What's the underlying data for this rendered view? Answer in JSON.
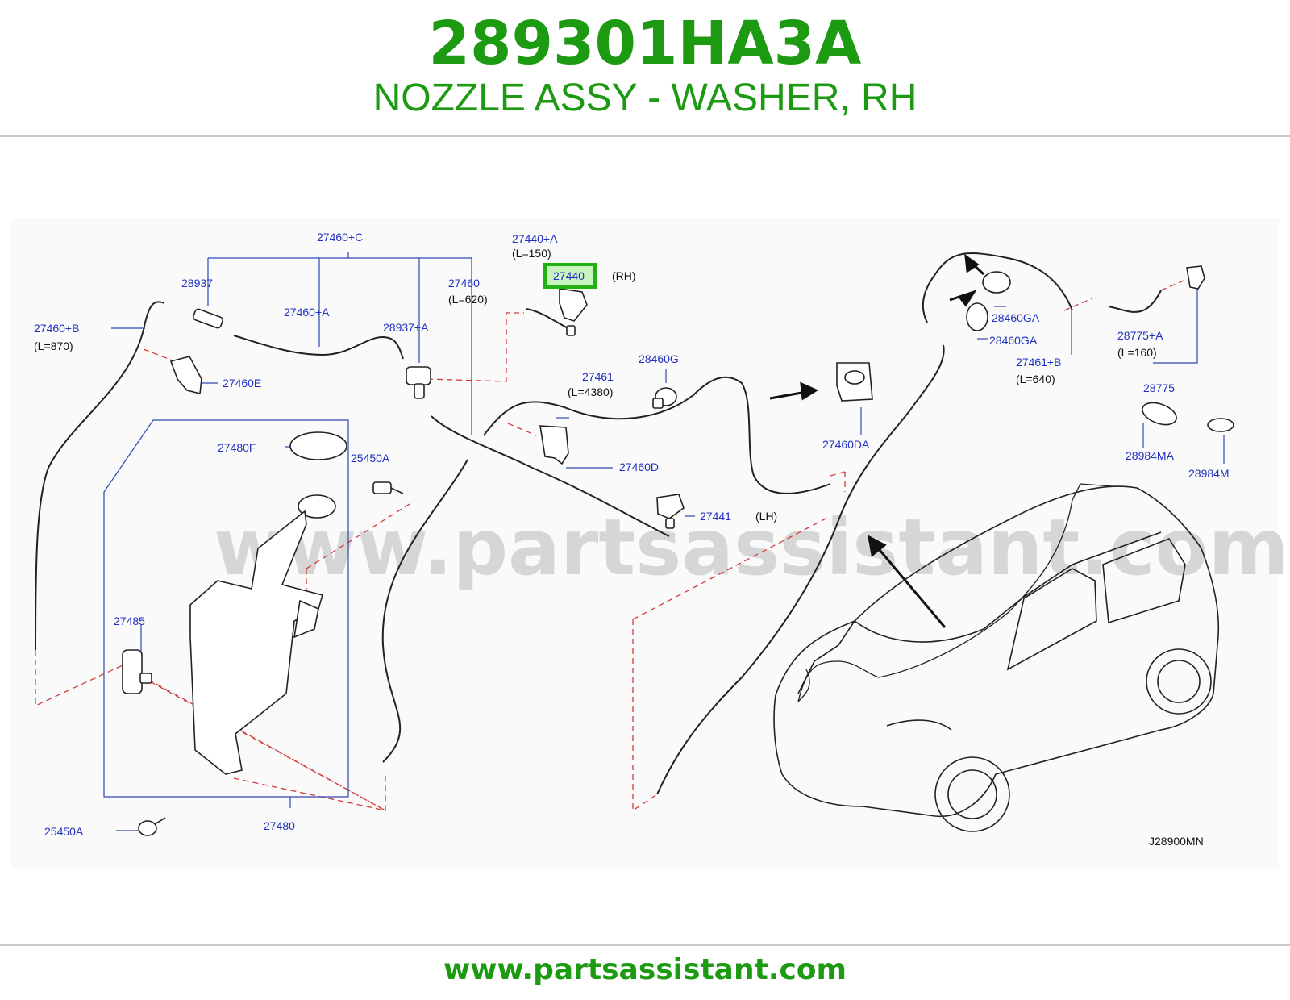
{
  "header": {
    "part_number": "289301HA3A",
    "part_title": "NOZZLE ASSY - WASHER, RH"
  },
  "diagram": {
    "watermark": "www.partsassistant.com",
    "diagram_code": "J28900MN",
    "highlighted_label": "27440",
    "colors": {
      "brand_green": "#1c9a12",
      "label_blue": "#2030c0",
      "highlight_green": "#22b014",
      "dashed_red": "#d23c3c"
    },
    "labels": {
      "l_27460C": "27460+C",
      "l_28937": "28937",
      "l_27460A": "27460+A",
      "l_28937A": "28937+A",
      "l_27460": "27460",
      "l_L620": "(L=620)",
      "l_27440A": "27440+A",
      "l_L150": "(L=150)",
      "l_27440": "27440",
      "l_RH": "(RH)",
      "l_27460B": "27460+B",
      "l_L870": "(L=870)",
      "l_27460E": "27460E",
      "l_27480F": "27480F",
      "l_25450A_1": "25450A",
      "l_27485": "27485",
      "l_25450A_2": "25450A",
      "l_27480": "27480",
      "l_27461": "27461",
      "l_L4380": "(L=4380)",
      "l_28460G": "28460G",
      "l_27460D": "27460D",
      "l_27441": "27441",
      "l_LH": "(LH)",
      "l_27460DA": "27460DA",
      "l_28460GA_1": "28460GA",
      "l_28460GA_2": "28460GA",
      "l_27461B": "27461+B",
      "l_L640": "(L=640)",
      "l_28775A": "28775+A",
      "l_L160": "(L=160)",
      "l_28775": "28775",
      "l_28984MA": "28984MA",
      "l_28984M": "28984M"
    }
  },
  "footer": {
    "url": "www.partsassistant.com"
  }
}
